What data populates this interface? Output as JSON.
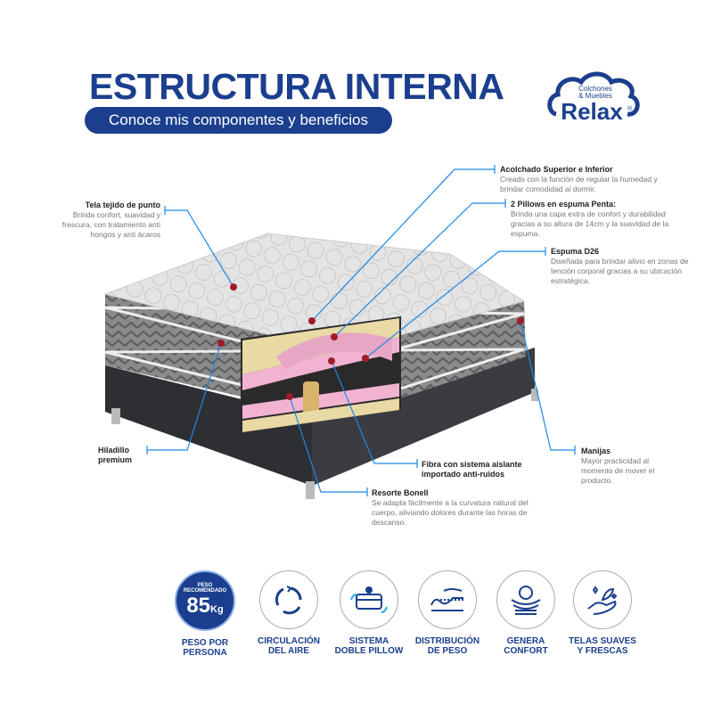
{
  "header": {
    "title": "ESTRUCTURA INTERNA",
    "subtitle": "Conoce mis componentes y beneficios"
  },
  "logo": {
    "line1": "Colchones",
    "line2": "& Muebles",
    "brand": "Relax",
    "mark": "®"
  },
  "callouts": [
    {
      "title": "Tela tejido de punto",
      "desc": "Brinda confort, suavidad y frescura, con tratamiento anti hongos y anti ácaros"
    },
    {
      "title": "Acolchado Superior e Inferior",
      "desc": "Creado con la función de regular la humedad y brindar comodidad al dormir."
    },
    {
      "title": "2 Pillows en espuma Penta:",
      "desc": "Brinda una capa extra de confort y durabilidad gracias a su altura de 14cm y la suavidad de la espuma."
    },
    {
      "title": "Espuma D26",
      "desc": "Diseñada para brindar alivio en zonas de tención corporal gracias a su ubicación estratégica."
    },
    {
      "title": "Hiladillo premium",
      "desc": ""
    },
    {
      "title": "Fibra con sistema aislante importado anti-ruidos",
      "desc": ""
    },
    {
      "title": "Manijas",
      "desc": "Mayor practicidad al momento de mover el producto."
    },
    {
      "title": "Resorte Bonell",
      "desc": "Se adapta fácilmente a la curvatura natural del cuerpo, aliviando dolores durante las horas de descanso."
    }
  ],
  "features": [
    {
      "label": "PESO POR\nPERSONA",
      "icon": "weight-badge-icon",
      "badge_top": "PESO RECOMENDADO",
      "badge_value": "85",
      "badge_unit": "Kg"
    },
    {
      "label": "CIRCULACIÓN\nDEL AIRE",
      "icon": "air-circulation-icon"
    },
    {
      "label": "SISTEMA\nDOBLE PILLOW",
      "icon": "double-pillow-icon"
    },
    {
      "label": "DISTRIBUCIÓN\nDE PESO",
      "icon": "weight-distribution-icon"
    },
    {
      "label": "GENERA\nCONFORT",
      "icon": "comfort-icon"
    },
    {
      "label": "TELAS SUAVES\nY FRESCAS",
      "icon": "soft-fabric-icon"
    }
  ],
  "colors": {
    "brand": "#1b3f8e",
    "line": "#1e88e5"
  }
}
